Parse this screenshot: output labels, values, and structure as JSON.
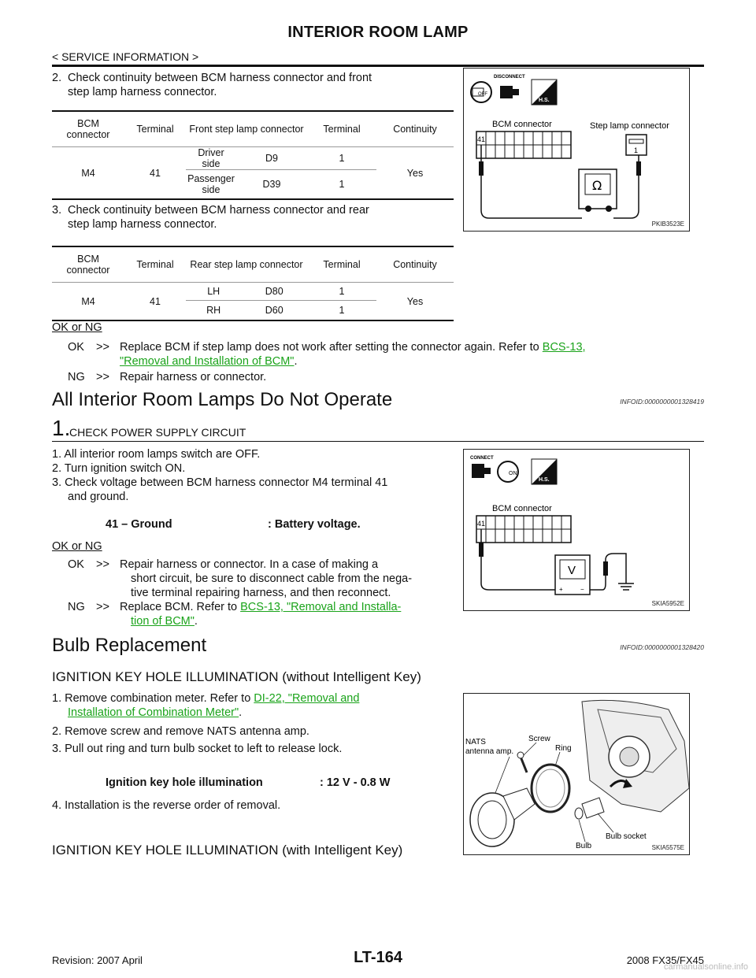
{
  "header": {
    "title": "INTERIOR ROOM LAMP",
    "subtitle": "< SERVICE INFORMATION >"
  },
  "front_step": {
    "step": "2.",
    "text1": "Check continuity between BCM harness connector and front",
    "text2": "step lamp harness connector.",
    "table": {
      "h": [
        "BCM connector",
        "Terminal",
        "Front step lamp connector",
        "Terminal",
        "Continuity"
      ],
      "bcm": "M4",
      "term": "41",
      "rows": [
        {
          "side": "Driver side",
          "conn": "D9",
          "t": "1"
        },
        {
          "side": "Passenger side",
          "conn": "D39",
          "t": "1"
        }
      ],
      "cont": "Yes"
    }
  },
  "rear_step": {
    "step": "3.",
    "text1": "Check continuity between BCM harness connector and rear",
    "text2": "step lamp harness connector.",
    "table": {
      "h": [
        "BCM connector",
        "Terminal",
        "Rear step lamp connector",
        "Terminal",
        "Continuity"
      ],
      "bcm": "M4",
      "term": "41",
      "rows": [
        {
          "side": "LH",
          "conn": "D80",
          "t": "1"
        },
        {
          "side": "RH",
          "conn": "D60",
          "t": "1"
        }
      ],
      "cont": "Yes"
    }
  },
  "okng1": {
    "label": "OK or NG",
    "ok_key": "OK",
    "ok_arrow": ">>",
    "ok_text": "Replace BCM if step lamp does not work after setting the connector again. Refer to",
    "ok_link1": "BCS-13,",
    "ok_link2": "\"Removal and Installation of BCM\"",
    "ok_end": ".",
    "ng_key": "NG",
    "ng_arrow": ">>",
    "ng_text": "Repair harness or connector."
  },
  "fig1": {
    "disconnect": "DISCONNECT",
    "off": "OFF",
    "hs": "H.S.",
    "bcm": "BCM connector",
    "step": "Step lamp connector",
    "pin41": "41",
    "pin1": "1",
    "ohm": "Ω",
    "id": "PKIB3523E"
  },
  "section1": {
    "title": "All Interior Room Lamps Do Not Operate",
    "infoid": "INFOID:0000000001328419"
  },
  "check": {
    "num": "1.",
    "title": "CHECK POWER SUPPLY CIRCUIT",
    "s1": "1. All interior room lamps switch are OFF.",
    "s2": "2. Turn ignition switch ON.",
    "s3a": "3. Check voltage between BCM harness connector M4 terminal 41",
    "s3b": "and ground.",
    "spec_l": "41 – Ground",
    "spec_r": ": Battery voltage."
  },
  "okng2": {
    "label": "OK or NG",
    "ok_key": "OK",
    "ok_arrow": ">>",
    "ok_l1": "Repair harness or connector. In a case of making a",
    "ok_l2": "short circuit, be sure to disconnect cable from the nega-",
    "ok_l3": "tive terminal repairing harness, and then reconnect.",
    "ng_key": "NG",
    "ng_arrow": ">>",
    "ng_text": "Replace BCM. Refer to",
    "ng_link1": "BCS-13, \"Removal and Installa-",
    "ng_link2": "tion of BCM\"",
    "ng_end": "."
  },
  "fig2": {
    "connect": "CONNECT",
    "on": "ON",
    "hs": "H.S.",
    "bcm": "BCM connector",
    "pin41": "41",
    "v": "V",
    "plus": "+",
    "minus": "−",
    "id": "SKIA5952E"
  },
  "section2": {
    "title": "Bulb Replacement",
    "infoid": "INFOID:0000000001328420"
  },
  "bulb": {
    "sub1": "IGNITION KEY HOLE ILLUMINATION (without Intelligent Key)",
    "s1a": "1. Remove combination meter. Refer to",
    "s1_link1": "DI-22, \"Removal and",
    "s1_link2": "Installation of Combination Meter\"",
    "s1_end": ".",
    "s2": "2. Remove screw and remove NATS antenna amp.",
    "s3": "3. Pull out ring and turn bulb socket to left to release lock.",
    "spec_l": "Ignition key hole illumination",
    "spec_r": ": 12 V - 0.8 W",
    "s4": "4. Installation is the reverse order of removal.",
    "sub2": "IGNITION KEY HOLE ILLUMINATION (with Intelligent Key)"
  },
  "fig3": {
    "nats1": "NATS",
    "nats2": "antenna amp.",
    "screw": "Screw",
    "ring": "Ring",
    "socket": "Bulb socket",
    "bulb": "Bulb",
    "id": "SKIA5575E"
  },
  "footer": {
    "revision": "Revision: 2007 April",
    "page": "LT-164",
    "model": "2008 FX35/FX45",
    "watermark": "carmanualsonline.info"
  }
}
